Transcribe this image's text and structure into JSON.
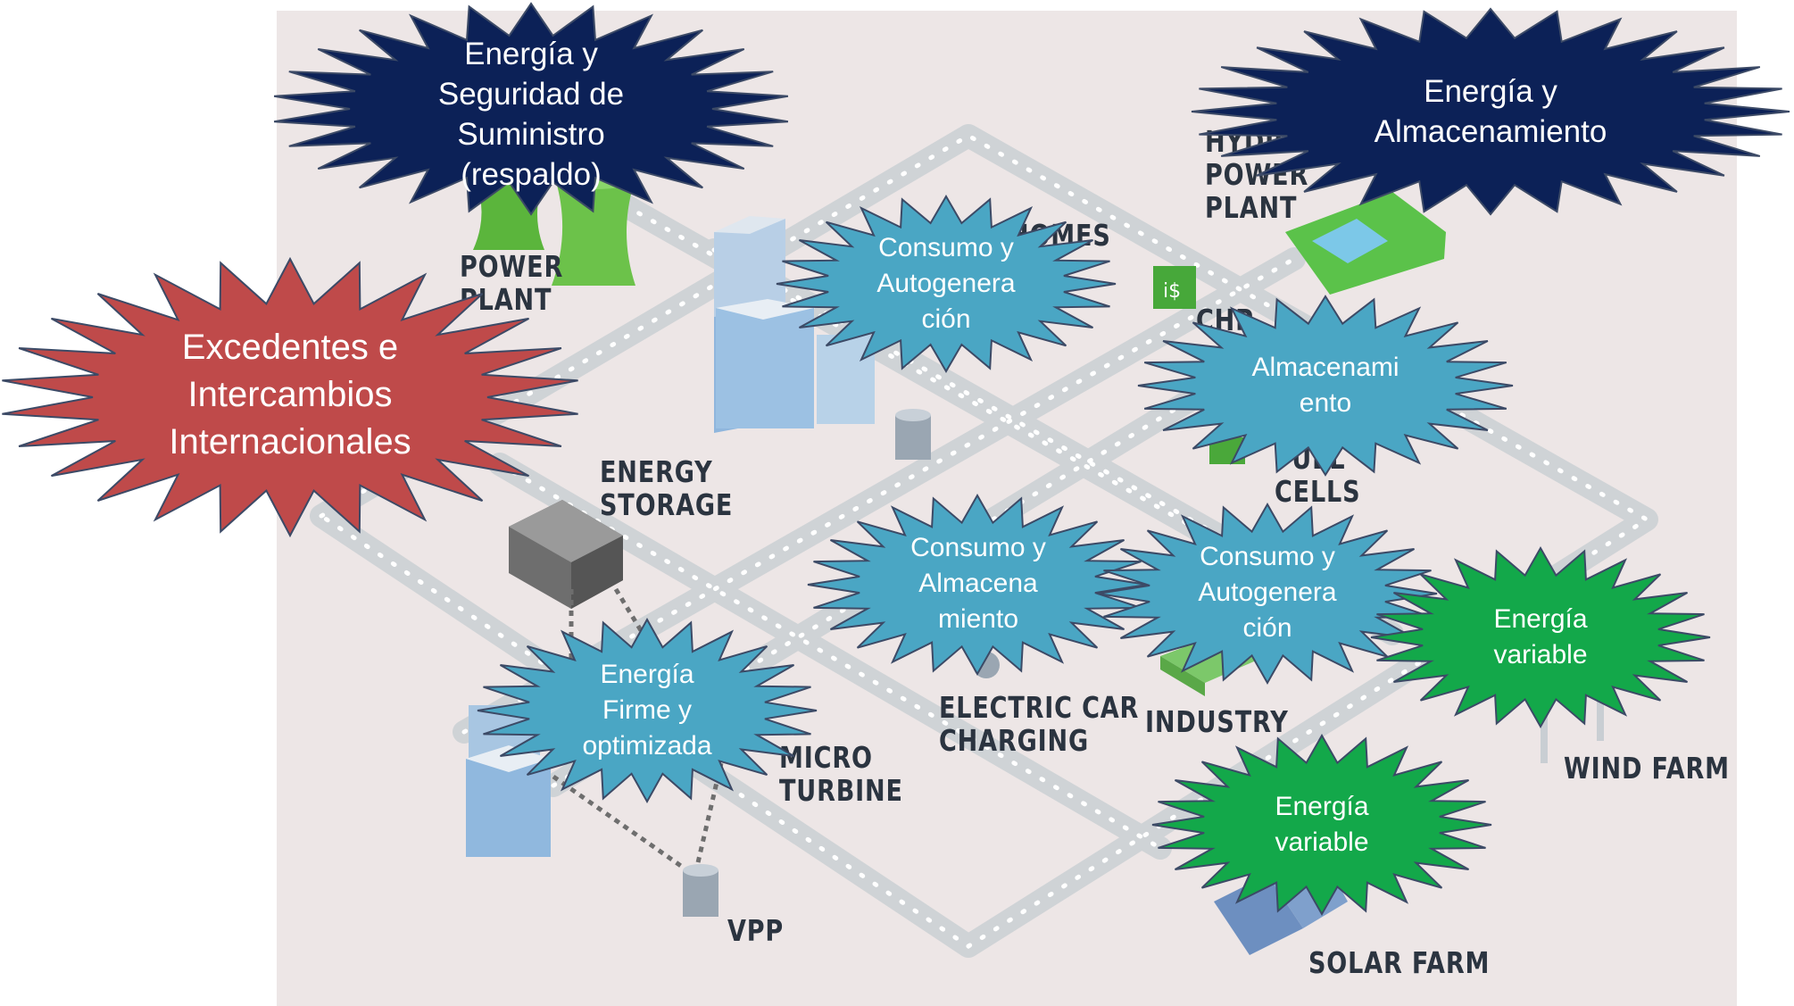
{
  "colors": {
    "background_panel": "#ede6e6",
    "road": "#cfd3d6",
    "road_dots": "#ffffff",
    "navy_burst": "#0c2157",
    "teal_burst": "#4aa6c4",
    "red_burst": "#bf4a4a",
    "green_burst": "#13a84a",
    "label_text": "#2b3440"
  },
  "map_labels": {
    "power_plant": [
      "POWER",
      "PLANT"
    ],
    "hydro_power_plant": [
      "HYDRO",
      "POWER",
      "PLANT"
    ],
    "homes": "HOMES",
    "chp": "CHP",
    "energy_storage": [
      "ENERGY",
      "STORAGE"
    ],
    "fuel_cells": [
      "FUEL",
      "CELLS"
    ],
    "electric_car_charging": [
      "ELECTRIC CAR",
      "CHARGING"
    ],
    "industry": "INDUSTRY",
    "wind_farm": "WIND FARM",
    "micro_turbine": [
      "MICRO",
      "TURBINE"
    ],
    "vpp": "VPP",
    "solar_farm": "SOLAR FARM"
  },
  "bursts": {
    "seguridad": [
      "Energía y",
      "Seguridad de",
      "Suministro",
      "(respaldo)"
    ],
    "almacenamiento_top": [
      "Energía y",
      "Almacenamiento"
    ],
    "excedentes": [
      "Excedentes e",
      "Intercambios",
      "Internacionales"
    ],
    "consumo_autogen_1": [
      "Consumo y",
      "Autogenera",
      "ción"
    ],
    "almacenamiento_mid": [
      "Almacenami",
      "ento"
    ],
    "consumo_almacen": [
      "Consumo y",
      "Almacena",
      "miento"
    ],
    "consumo_autogen_2": [
      "Consumo y",
      "Autogenera",
      "ción"
    ],
    "firme": [
      "Energía",
      "Firme y",
      "optimizada"
    ],
    "variable_1": [
      "Energía",
      "variable"
    ],
    "variable_2": [
      "Energía",
      "variable"
    ]
  }
}
